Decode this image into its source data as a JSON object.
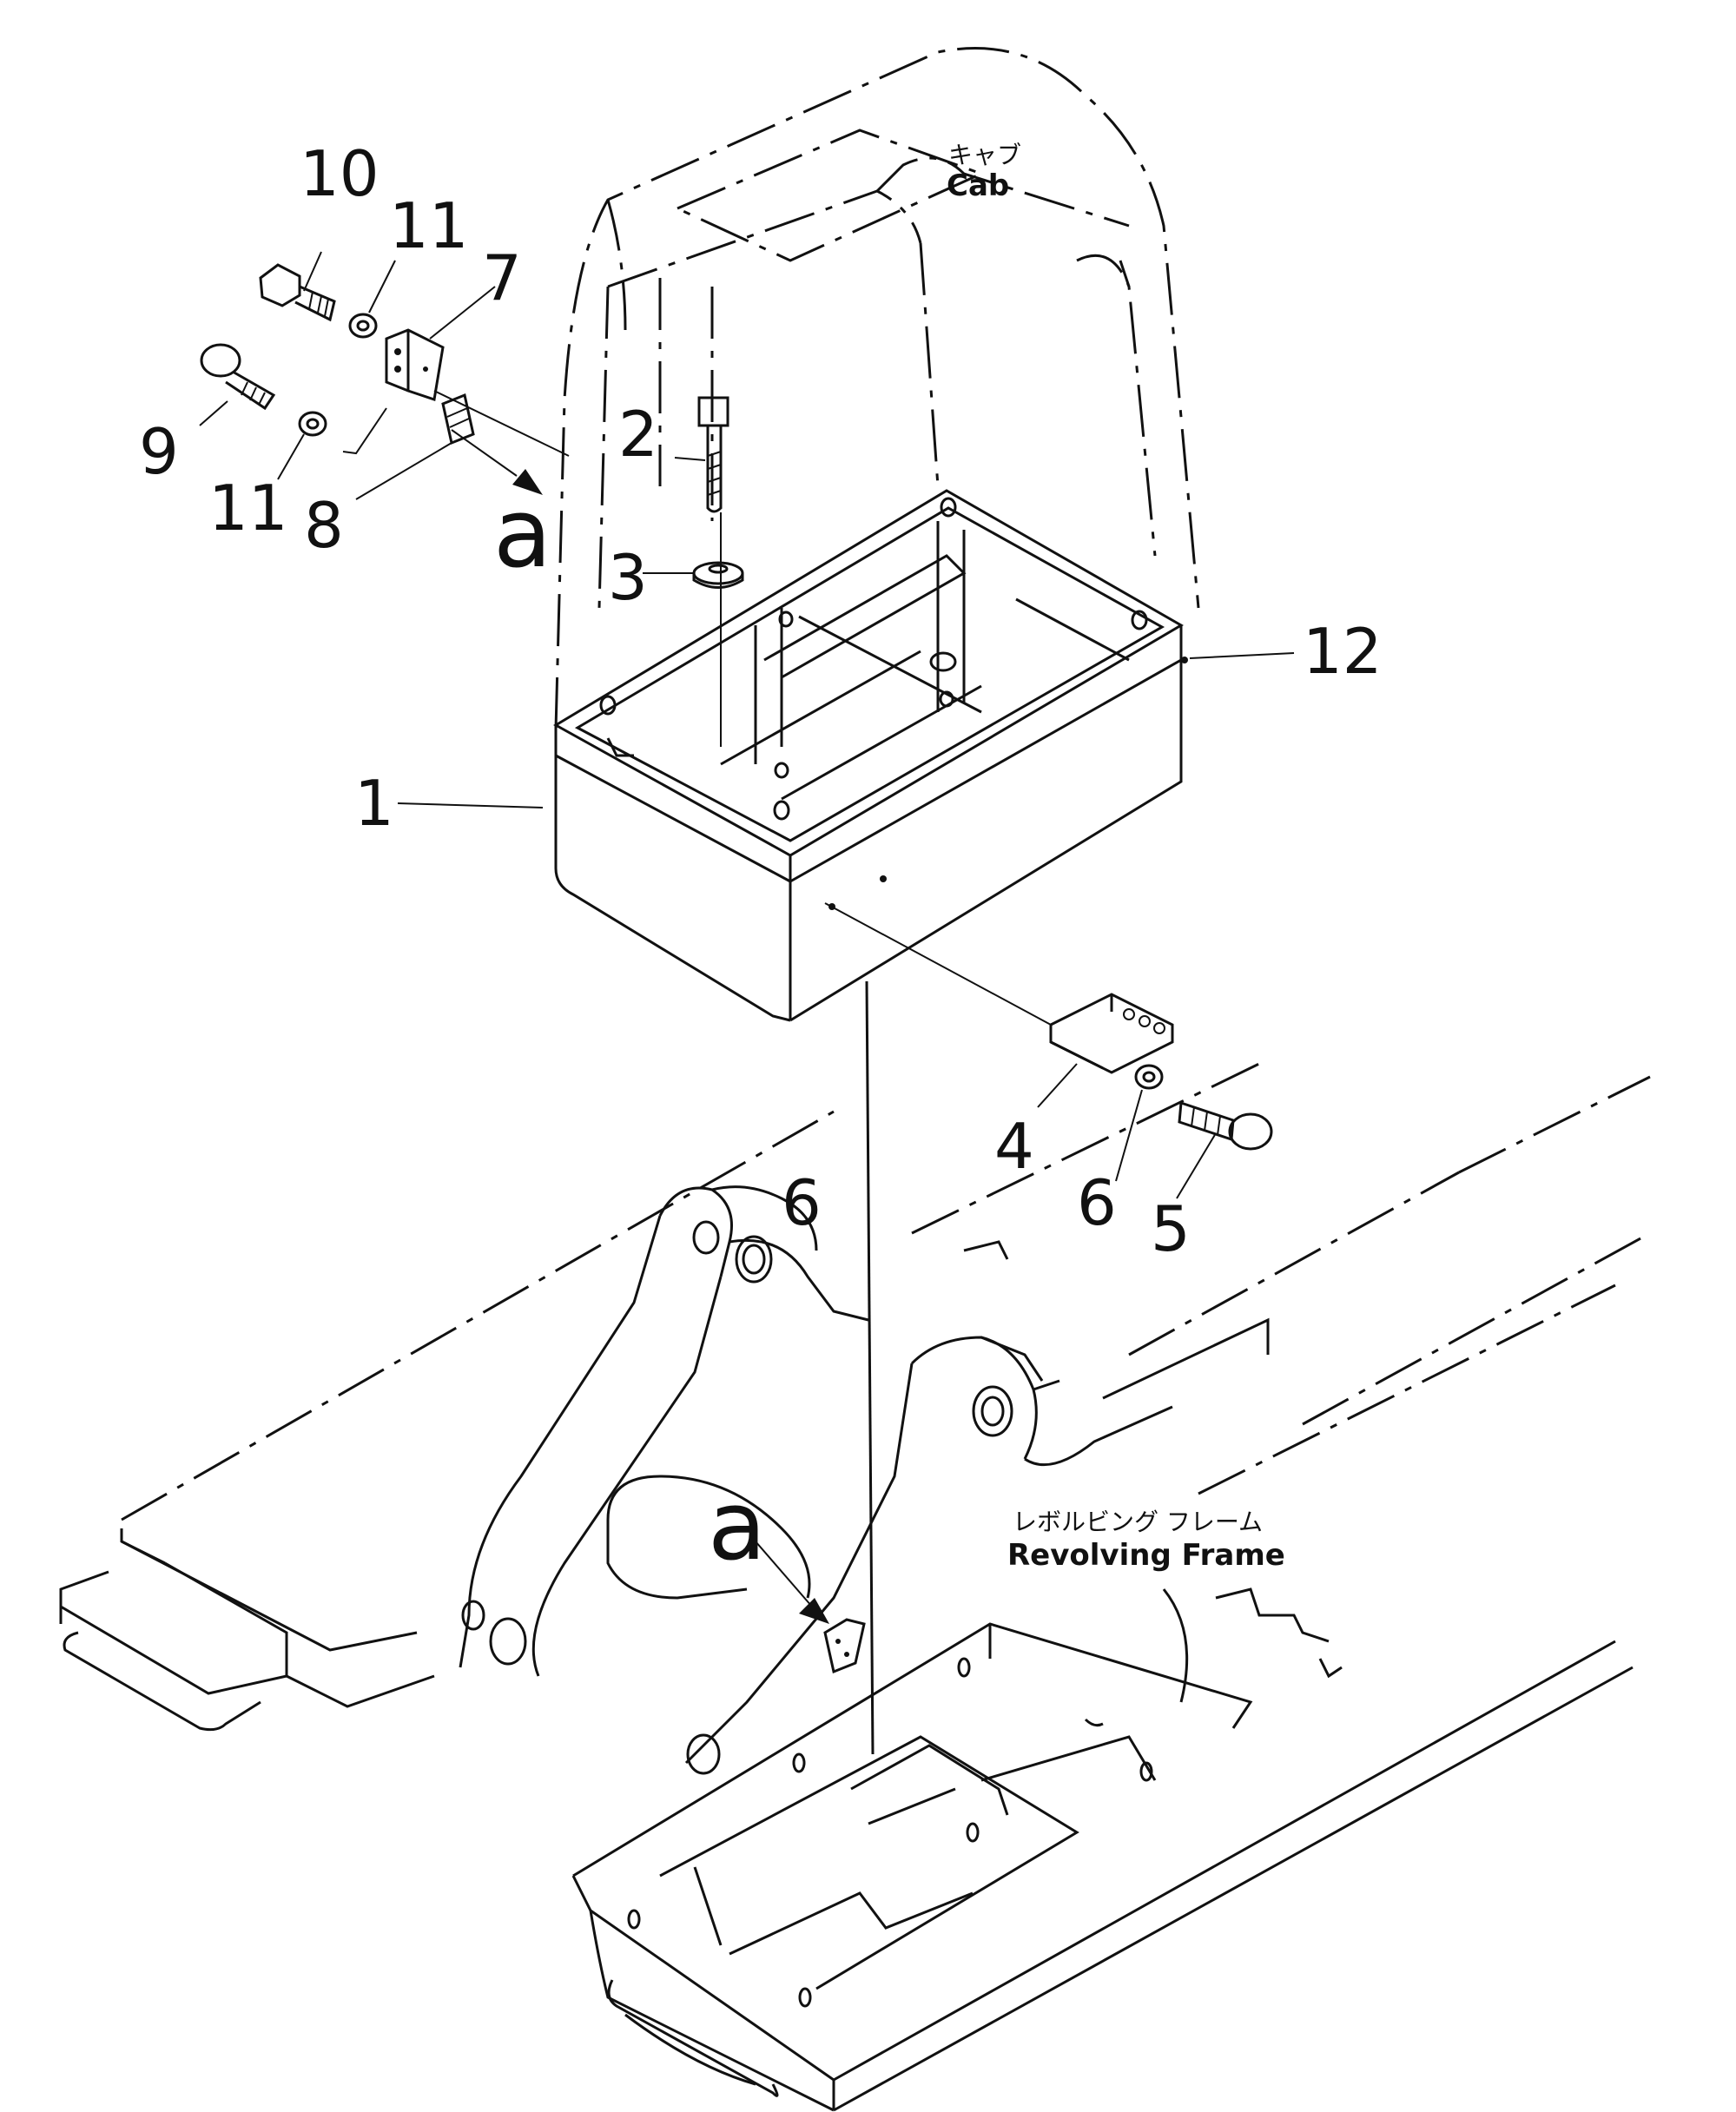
{
  "labels": {
    "cab_jp": "キャブ",
    "cab_en": "Cab",
    "frame_jp": "レボルビング フレーム",
    "frame_en": "Revolving Frame",
    "view_a_top": "a",
    "view_a_bottom": "a"
  },
  "callouts": [
    "1",
    "2",
    "3",
    "4",
    "5",
    "6",
    "6",
    "7",
    "8",
    "9",
    "10",
    "11",
    "11",
    "12"
  ],
  "colors": {
    "ink": "#111111",
    "paper": "#ffffff"
  }
}
